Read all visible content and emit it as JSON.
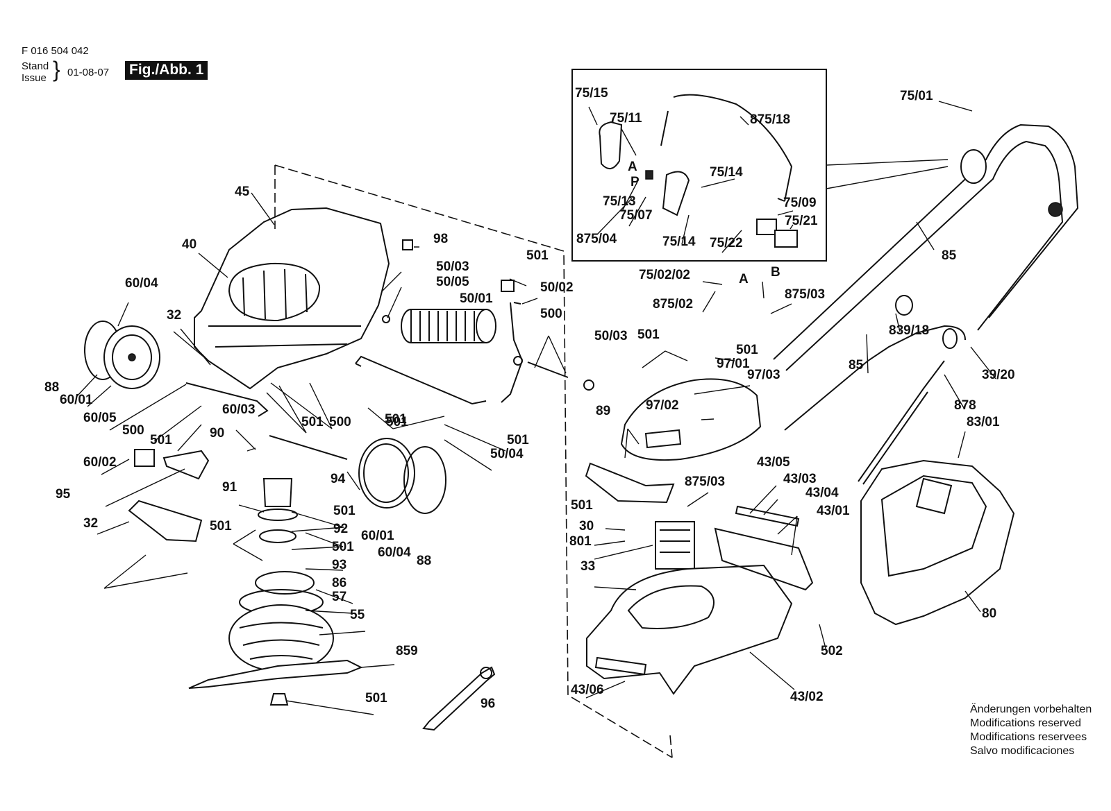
{
  "header": {
    "doc_number": "F 016 504 042",
    "stand_label": "Stand",
    "issue_label": "Issue",
    "date": "01-08-07",
    "figure_label": "Fig./Abb. 1"
  },
  "footer_notes": [
    "Änderungen vorbehalten",
    "Modifications reserved",
    "Modifications reservees",
    "Salvo modificaciones"
  ],
  "part_labels": [
    "45",
    "40",
    "60/04",
    "32",
    "88",
    "60/01",
    "60/05",
    "500",
    "501",
    "90",
    "60/02",
    "95",
    "32",
    "501",
    "500",
    "501",
    "60/03",
    "94",
    "91",
    "501",
    "501",
    "92",
    "501",
    "93",
    "86",
    "57",
    "55",
    "859",
    "501",
    "96",
    "98",
    "501",
    "50/03",
    "50/05",
    "50/01",
    "50/02",
    "500",
    "501",
    "50/04",
    "501",
    "60/01",
    "60/04",
    "88",
    "50/03",
    "501",
    "501",
    "97/01",
    "97/03",
    "97/02",
    "89",
    "875/03",
    "43/05",
    "43/03",
    "43/04",
    "43/01",
    "501",
    "30",
    "801",
    "33",
    "502",
    "43/06",
    "43/02",
    "75/15",
    "75/11",
    "A",
    "P",
    "75/13",
    "75/07",
    "875/04",
    "875/18",
    "75/14",
    "75/14",
    "75/09",
    "75/21",
    "75/22",
    "75/02/02",
    "A",
    "B",
    "875/02",
    "875/03",
    "75/01",
    "85",
    "839/18",
    "85",
    "39/20",
    "878",
    "83/01",
    "80"
  ]
}
